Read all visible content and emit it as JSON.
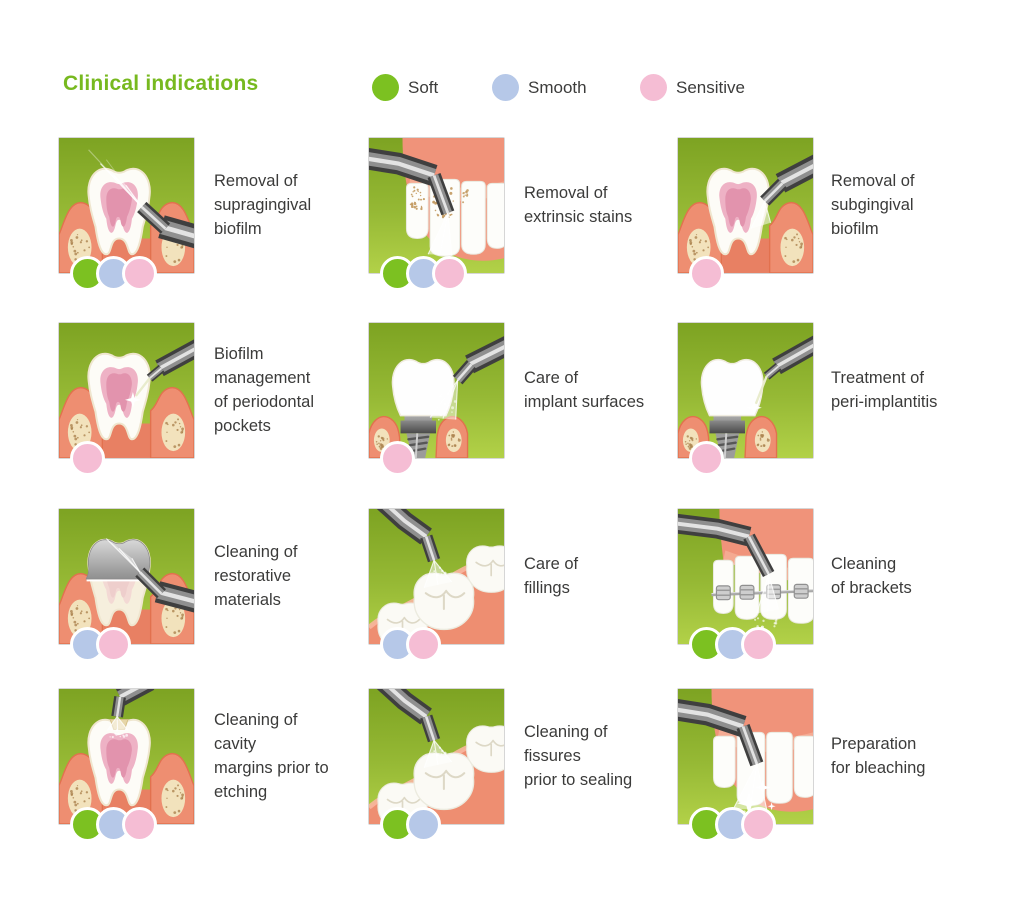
{
  "header": {
    "title": "Clinical indications",
    "color": "#77b91f"
  },
  "legend": {
    "items": [
      {
        "key": "soft",
        "label": "Soft",
        "color": "#7cc121"
      },
      {
        "key": "smooth",
        "label": "Smooth",
        "color": "#b6c8e8"
      },
      {
        "key": "sensitive",
        "label": "Sensitive",
        "color": "#f5bdd4"
      }
    ]
  },
  "tiles": [
    {
      "caption": "Removal of\nsupragingival\nbiofilm",
      "icon": "tooth-supragingival-spray-icon",
      "dots": [
        "soft",
        "smooth",
        "sensitive"
      ]
    },
    {
      "caption": "Removal of\nextrinsic stains",
      "icon": "front-teeth-stains-spray-icon",
      "dots": [
        "soft",
        "smooth",
        "sensitive"
      ]
    },
    {
      "caption": "Removal of\nsubgingival\nbiofilm",
      "icon": "tooth-subgingival-spray-icon",
      "dots": [
        "sensitive"
      ]
    },
    {
      "caption": "Biofilm\nmanagement\nof periodontal\npockets",
      "icon": "perio-pocket-nozzle-icon",
      "dots": [
        "sensitive"
      ]
    },
    {
      "caption": "Care of\nimplant surfaces",
      "icon": "implant-crown-spray-icon",
      "dots": [
        "sensitive"
      ]
    },
    {
      "caption": "Treatment of\nperi-implantitis",
      "icon": "implant-perio-nozzle-icon",
      "dots": [
        "sensitive"
      ]
    },
    {
      "caption": "Cleaning of\nrestorative\nmaterials",
      "icon": "restored-tooth-spray-icon",
      "dots": [
        "smooth",
        "sensitive"
      ]
    },
    {
      "caption": "Care of\nfillings",
      "icon": "molar-filling-spray-icon",
      "dots": [
        "smooth",
        "sensitive"
      ]
    },
    {
      "caption": "Cleaning\nof brackets",
      "icon": "brackets-spray-icon",
      "dots": [
        "soft",
        "smooth",
        "sensitive"
      ]
    },
    {
      "caption": "Cleaning of\ncavity\nmargins prior to\netching",
      "icon": "cavity-top-spray-icon",
      "dots": [
        "soft",
        "smooth",
        "sensitive"
      ]
    },
    {
      "caption": "Cleaning of\nfissures\nprior to sealing",
      "icon": "molar-fissure-spray-icon",
      "dots": [
        "soft",
        "smooth"
      ]
    },
    {
      "caption": "Preparation\nfor bleaching",
      "icon": "front-teeth-bleach-spray-icon",
      "dots": [
        "soft",
        "smooth",
        "sensitive"
      ]
    }
  ]
}
